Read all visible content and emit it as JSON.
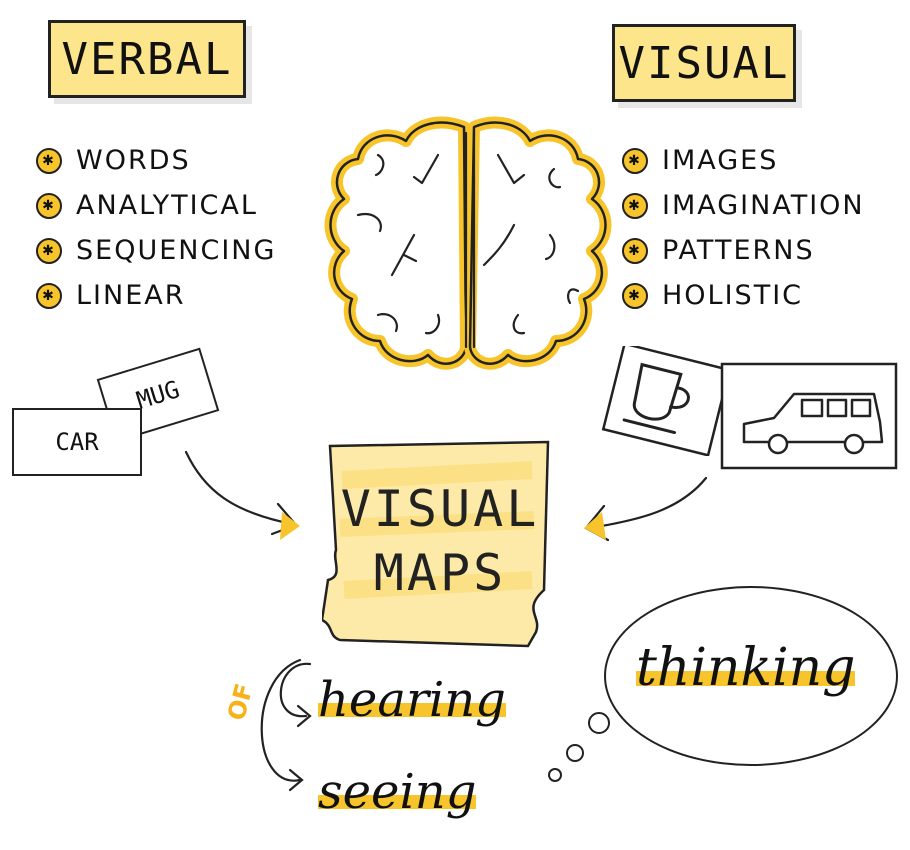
{
  "verbal": {
    "title": "VERBAL",
    "items": [
      "WORDS",
      "ANALYTICAL",
      "SEQUENCING",
      "LINEAR"
    ]
  },
  "visual": {
    "title": "VISUAL",
    "items": [
      "IMAGES",
      "IMAGINATION",
      "PATTERNS",
      "HOLISTIC"
    ]
  },
  "cards": {
    "mug": "MUG",
    "car": "CAR"
  },
  "center": {
    "line1": "VISUAL",
    "line2": "MAPS"
  },
  "bottom": {
    "of": "OF",
    "hearing": "hearing",
    "seeing": "seeing",
    "thinking": "thinking"
  },
  "colors": {
    "accent": "#f7c52b",
    "paper": "#fde58c",
    "ink": "#111111"
  }
}
